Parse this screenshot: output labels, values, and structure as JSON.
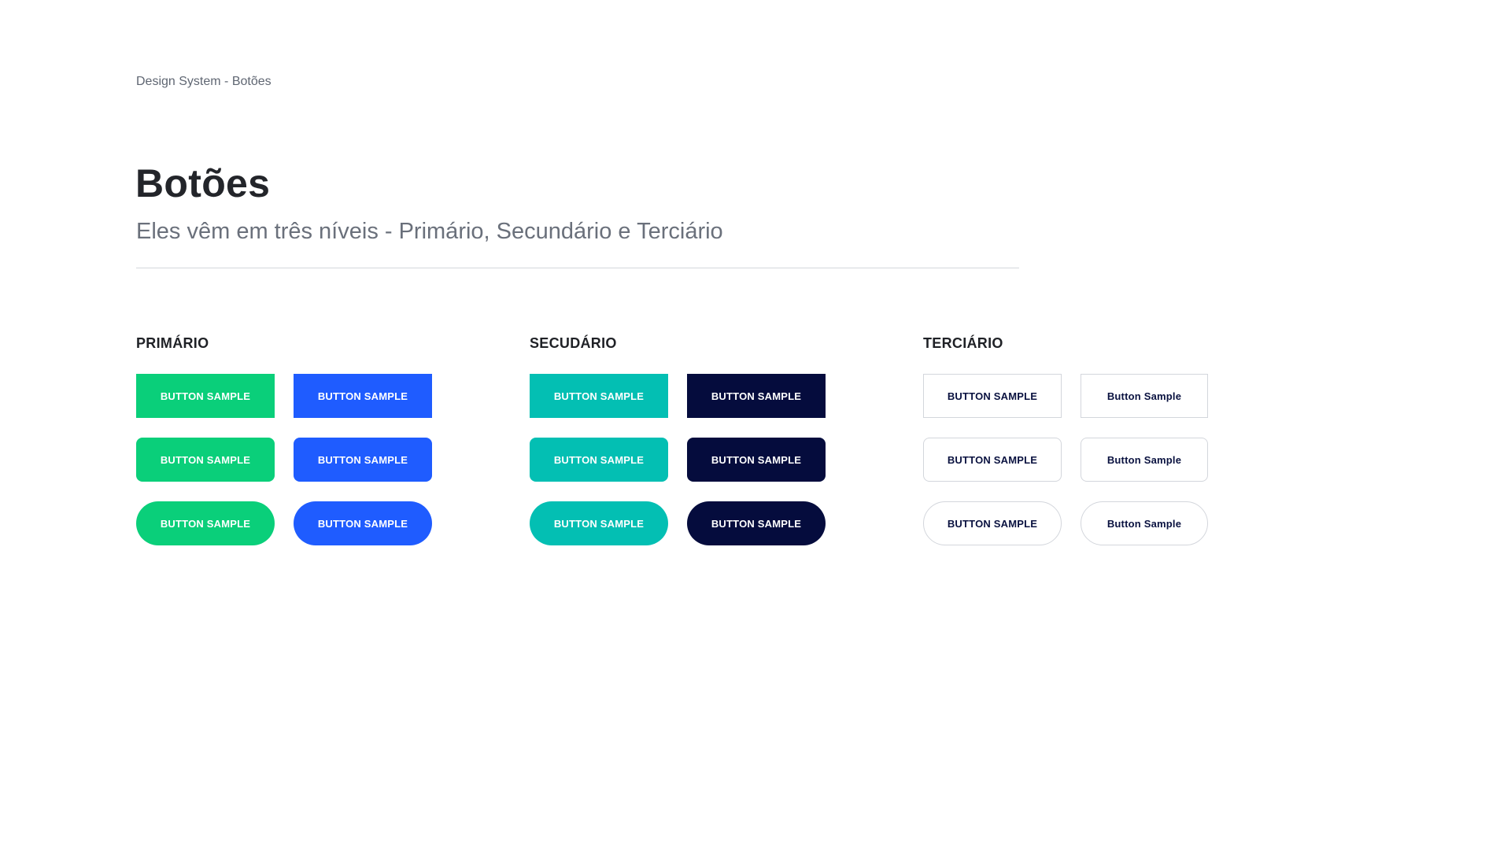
{
  "breadcrumb": "Design System - Botões",
  "title": "Botões",
  "subtitle": "Eles vêm em três níveis - Primário, Secundário e Terciário",
  "colors": {
    "primary_green": "#0acf7a",
    "primary_blue": "#1f5cff",
    "secondary_teal": "#03bfb3",
    "secondary_navy": "#050c3d",
    "tertiary_text": "#0a1240",
    "tertiary_border": "#d3d6dc"
  },
  "sections": {
    "primary": {
      "label": "PRIMÁRIO",
      "button_a": "BUTTON SAMPLE",
      "button_b": "BUTTON SAMPLE"
    },
    "secondary": {
      "label": "SECUDÁRIO",
      "button_a": "BUTTON SAMPLE",
      "button_b": "BUTTON SAMPLE"
    },
    "tertiary": {
      "label": "TERCIÁRIO",
      "button_a": "BUTTON SAMPLE",
      "button_b": "Button Sample"
    }
  }
}
